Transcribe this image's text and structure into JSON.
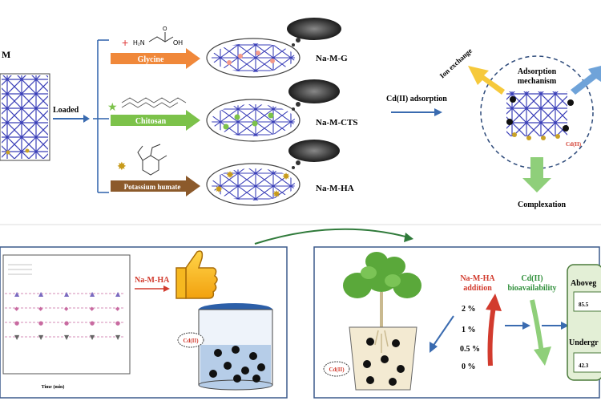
{
  "top": {
    "material_label": "M",
    "loaded_label": "Loaded",
    "arrows": [
      {
        "label": "Glycine",
        "color": "#f0883a",
        "text_color": "#ffffff"
      },
      {
        "label": "Chitosan",
        "color": "#7cc24a",
        "text_color": "#ffffff"
      },
      {
        "label": "Potassium humate",
        "color": "#8c5a2b",
        "text_color": "#ffffff"
      }
    ],
    "glycine_formula": {
      "h2n": "H₂N",
      "oh": "OH",
      "o": "O"
    },
    "products": [
      "Na-M-G",
      "Na-M-CTS",
      "Na-M-HA"
    ],
    "adsorption_label": "Cd(II) adsorption",
    "mechanism": {
      "title_line1": "Adsorption",
      "title_line2": "mechanism",
      "ion_exchange": "Ion exchange",
      "complexation": "Complexation",
      "cd_label": "Cd(II)"
    }
  },
  "bottom": {
    "left": {
      "chart_title": "Time (min)",
      "callout": "Na-M-HA",
      "cd_label": "Cd(II)"
    },
    "right": {
      "addition_line1": "Na-M-HA",
      "addition_line2": "addition",
      "percent_labels": [
        "2 %",
        "1 %",
        "0.5 %",
        "0 %"
      ],
      "bioavail_line1": "Cd(II)",
      "bioavail_line2": "bioavailability",
      "aboveground": "Aboveg",
      "aboveground_value": "85.5",
      "underground": "Undergr",
      "underground_value": "42.3",
      "cd_label": "Cd(II)"
    }
  },
  "colors": {
    "panel_border": "#3c5a8c",
    "blue_arrow": "#3a6bb0",
    "lattice": "#3a3fb8",
    "green_arrow": "#2f8f3a",
    "red_arrow": "#d23b2e"
  }
}
